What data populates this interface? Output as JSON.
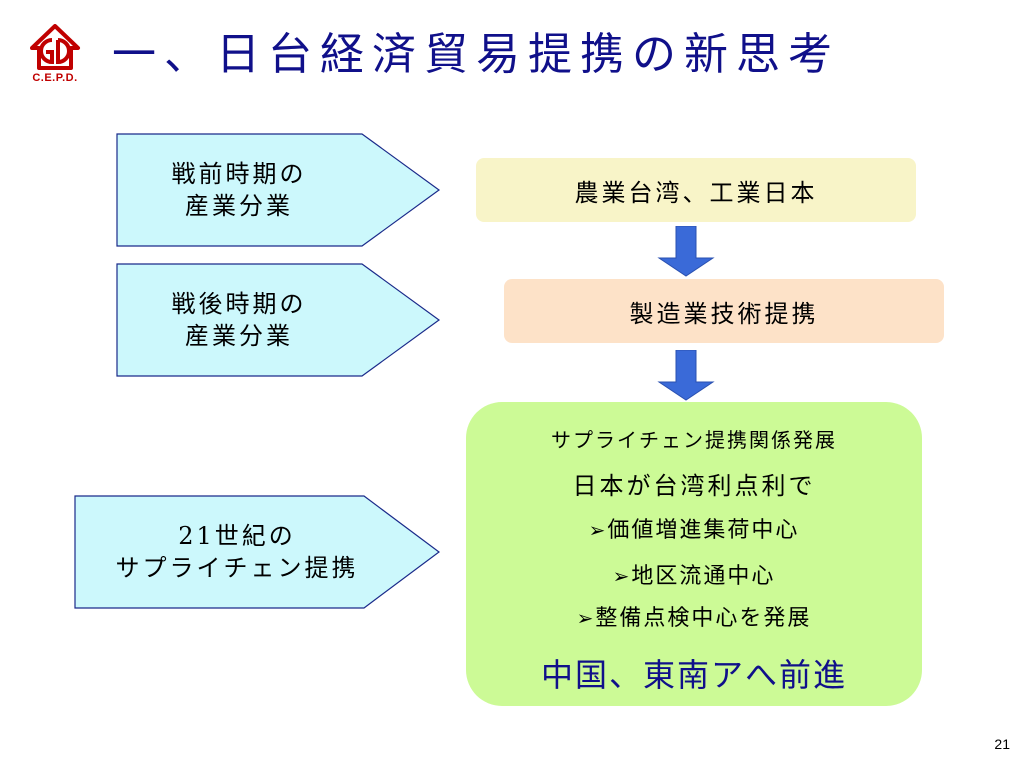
{
  "logo": {
    "text": "C.E.P.D.",
    "color": "#c00000"
  },
  "title": "一、日台経済貿易提携の新思考",
  "left_shapes": [
    {
      "line1": "戦前時期の",
      "line2": "産業分業"
    },
    {
      "line1": "戦後時期の",
      "line2": "産業分業"
    },
    {
      "line1": "21世紀の",
      "line2": "サプライチェン提携"
    }
  ],
  "boxes": {
    "top": "農業台湾、工業日本",
    "middle": "製造業技術提携"
  },
  "green_box": {
    "line1": "サプライチェン提携関係発展",
    "line2": "日本が台湾利点利で",
    "bullets": [
      "価値増進集荷中心",
      "地区流通中心",
      "整備点検中心を発展"
    ],
    "bullet_glyph": "➢",
    "final": "中国、東南アへ前進"
  },
  "colors": {
    "title": "#10108a",
    "pentagon_fill": "#ccf8fc",
    "pentagon_stroke": "#1a2a8a",
    "arrow": "#3a6ad8"
  },
  "page_number": "21"
}
